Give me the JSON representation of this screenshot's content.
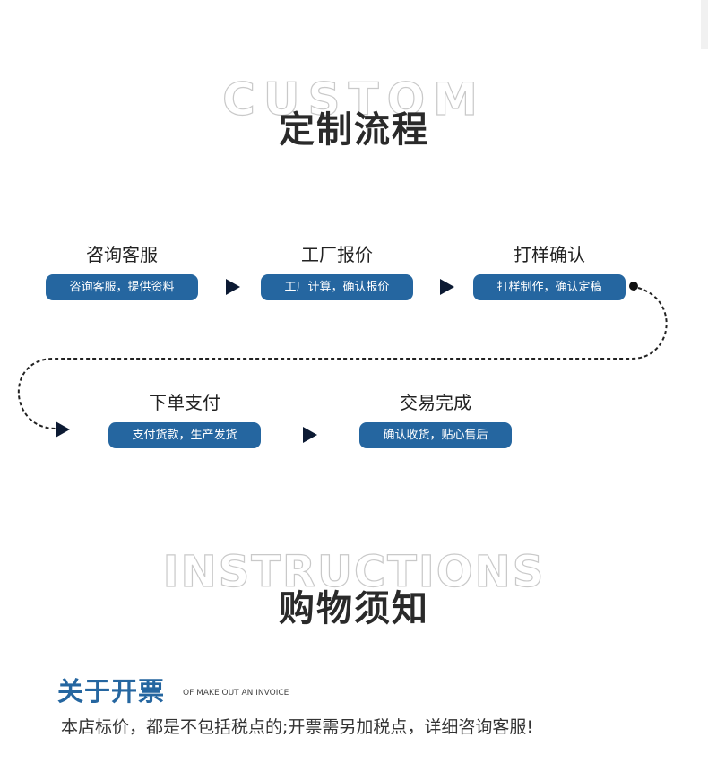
{
  "custom_section": {
    "outline_word": "CUSTOM",
    "title": "定制流程"
  },
  "process": {
    "steps": [
      {
        "title": "咨询客服",
        "detail": "咨询客服，提供资料"
      },
      {
        "title": "工厂报价",
        "detail": "工厂计算，确认报价"
      },
      {
        "title": "打样确认",
        "detail": "打样制作，确认定稿"
      },
      {
        "title": "下单支付",
        "detail": "支付货款，生产发货"
      },
      {
        "title": "交易完成",
        "detail": "确认收货，贴心售后"
      }
    ],
    "colors": {
      "pill": "#2566a0",
      "arrow": "#0c1a33",
      "dotted_line": "#222222"
    }
  },
  "instructions_section": {
    "outline_word": "INSTRUCTIONS",
    "title": "购物须知"
  },
  "invoice": {
    "title": "关于开票",
    "subtitle": "OF MAKE OUT AN INVOICE",
    "text": "本店标价，都是不包括税点的;开票需另加税点，详细咨询客服!"
  }
}
